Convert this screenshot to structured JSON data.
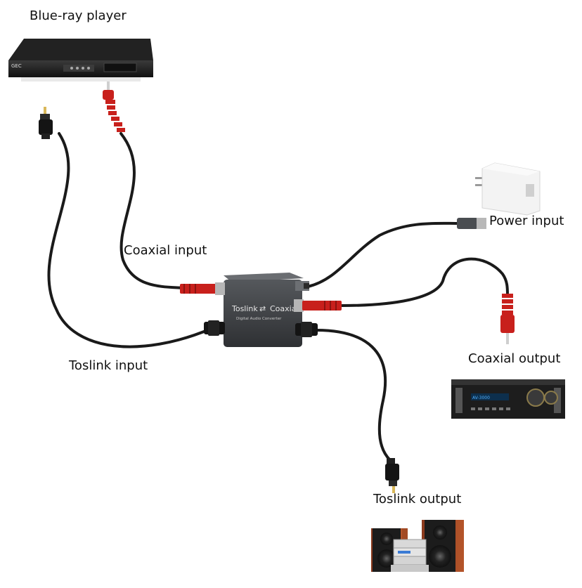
{
  "labels": {
    "bluray": "Blue-ray player",
    "coax_in": "Coaxial input",
    "toslink_in": "Toslink input",
    "power_in": "Power input",
    "coax_out": "Coaxial output",
    "toslink_out": "Toslink output"
  },
  "converter": {
    "title_left": "Toslink",
    "arrows": "⇄",
    "title_right": "Coaxial",
    "subtitle": "Digital Audio Converter"
  },
  "bluray_brand": "GEC",
  "amp_display": "AV-3000",
  "colors": {
    "cable": "#1a1a1a",
    "rca_red": "#c8201c",
    "device_dark": "#2e3033",
    "gold": "#d9b85a"
  }
}
